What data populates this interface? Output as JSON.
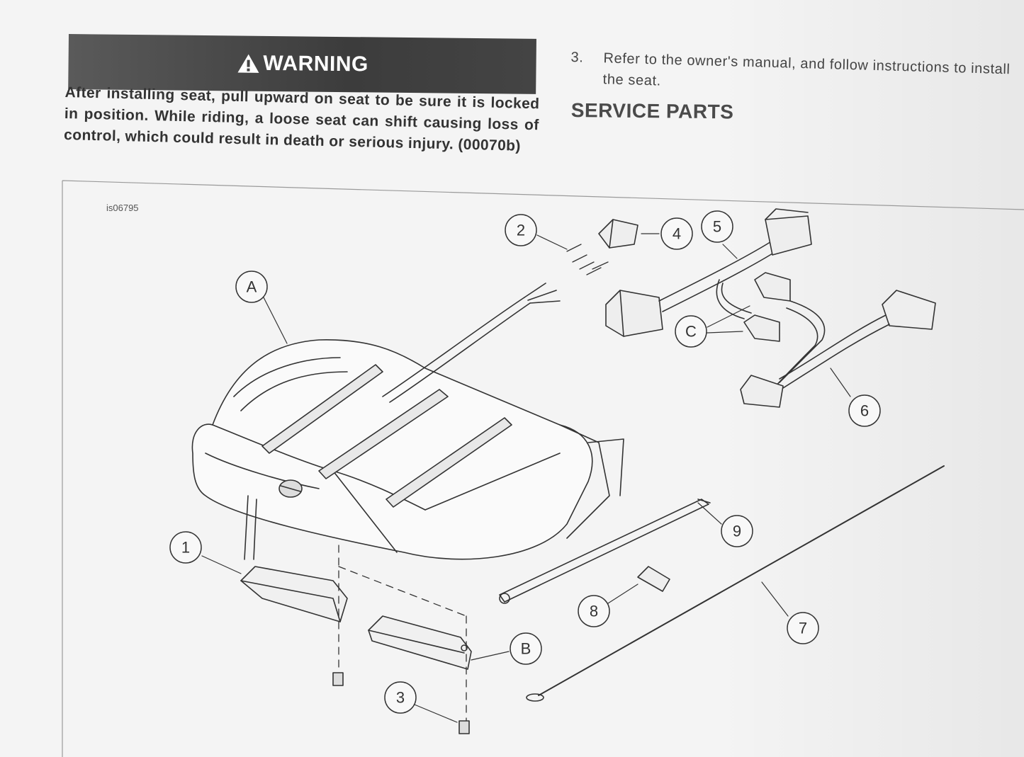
{
  "warning": {
    "title": "WARNING",
    "text": "After installing seat, pull upward on seat to be sure it is locked in position. While riding, a loose seat can shift causing loss of control, which could result in death or serious injury. (00070b)"
  },
  "step": {
    "number": "3.",
    "text": "Refer to the owner's manual, and follow instructions to install the seat."
  },
  "section_heading": "SERVICE PARTS",
  "figure": {
    "id": "is06795",
    "callouts": [
      "A",
      "B",
      "C",
      "1",
      "2",
      "3",
      "4",
      "5",
      "6",
      "7",
      "8",
      "9"
    ]
  }
}
